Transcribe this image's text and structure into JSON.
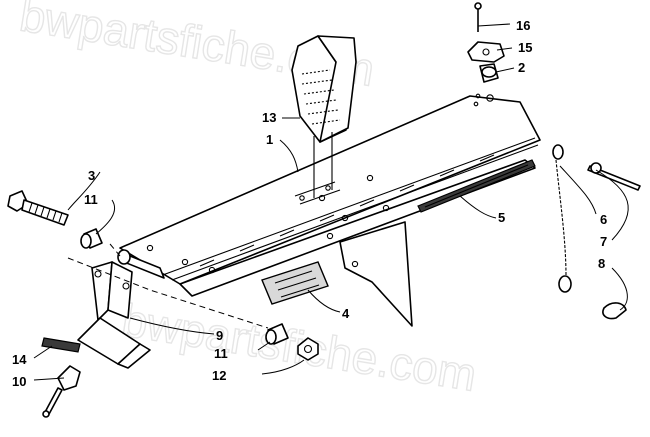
{
  "watermark": "bwpartsfiche.com",
  "callouts": [
    "1",
    "2",
    "3",
    "4",
    "5",
    "6",
    "7",
    "8",
    "9",
    "10",
    "11",
    "11",
    "12",
    "13",
    "14",
    "15",
    "16"
  ]
}
